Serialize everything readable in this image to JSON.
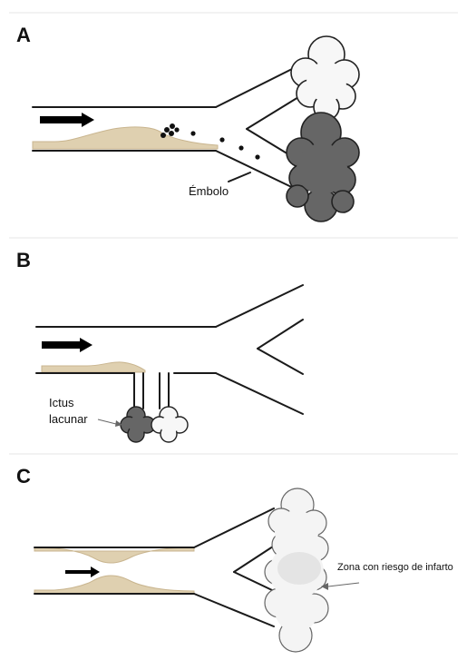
{
  "panels": {
    "a": {
      "letter": "A",
      "label": "Émbolo"
    },
    "b": {
      "letter": "B",
      "label_line1": "Ictus",
      "label_line2": "lacunar"
    },
    "c": {
      "letter": "C",
      "label": "Zona con riesgo de infarto"
    }
  },
  "colors": {
    "vessel_line": "#1a1a1a",
    "plaque": "#dfd0b0",
    "plaque_edge": "#c9b58f",
    "infarct_dark": "#666666",
    "cloud_light": "#f7f7f7",
    "cloud_outline": "#222222",
    "embolus": "#111111",
    "arrow": "#000000"
  },
  "icons": {
    "flow_arrow": "flow-arrow-icon",
    "embolus_dot": "embolus-dot-icon"
  }
}
